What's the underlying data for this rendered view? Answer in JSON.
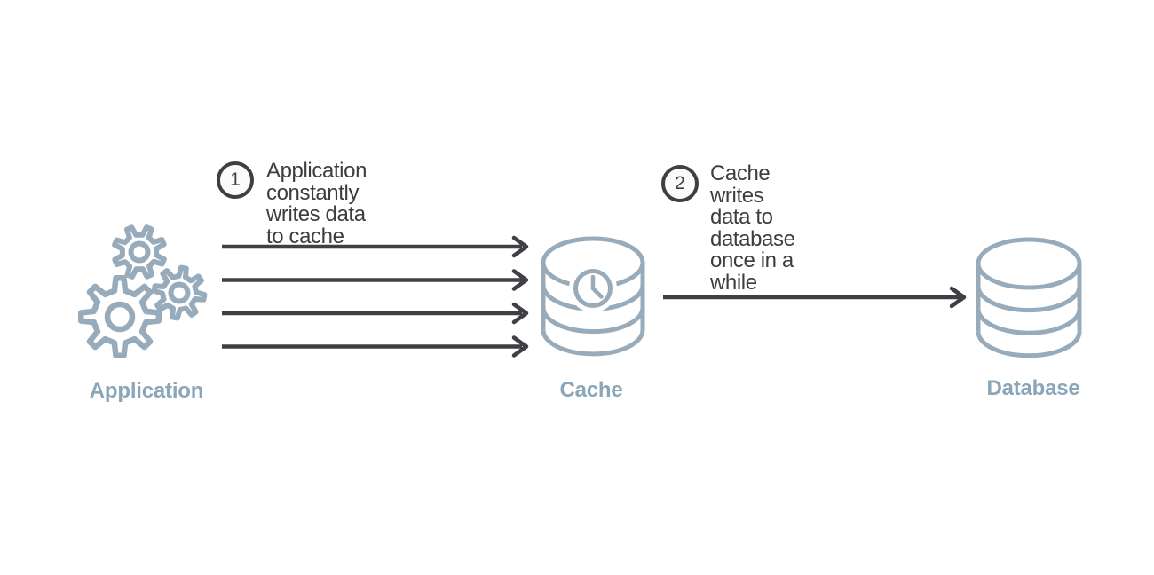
{
  "diagram": {
    "kind": "write-behind-cache-flow",
    "background": "#ffffff"
  },
  "steps": [
    {
      "number": "1",
      "text": "Application constantly\nwrites data to cache"
    },
    {
      "number": "2",
      "text": "Cache writes data to\ndatabase once in a while"
    }
  ],
  "nodes": {
    "application": {
      "label": "Application",
      "icon": "gears-icon"
    },
    "cache": {
      "label": "Cache",
      "icon": "database-cylinder-clock-icon"
    },
    "database": {
      "label": "Database",
      "icon": "database-cylinder-icon"
    }
  },
  "flows": [
    {
      "from": "application",
      "to": "cache",
      "step": "1",
      "arrow_count": 4
    },
    {
      "from": "cache",
      "to": "database",
      "step": "2",
      "arrow_count": 1
    }
  ],
  "colors": {
    "arrow": "#3e4043",
    "text_dark": "#3b3d40",
    "icon_stroke": "#97abbb",
    "node_label": "#8ba6b8",
    "badge_ring": "#3d4043",
    "badge_fill": "#fbfbfb",
    "background": "#ffffff"
  }
}
